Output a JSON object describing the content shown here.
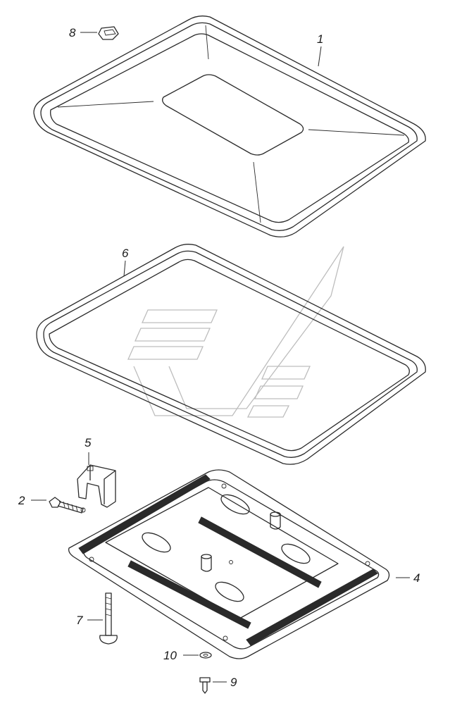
{
  "callouts": [
    {
      "id": "1",
      "label": "1"
    },
    {
      "id": "2",
      "label": "2"
    },
    {
      "id": "4",
      "label": "4"
    },
    {
      "id": "5",
      "label": "5"
    },
    {
      "id": "6",
      "label": "6"
    },
    {
      "id": "7",
      "label": "7"
    },
    {
      "id": "8",
      "label": "8"
    },
    {
      "id": "9",
      "label": "9"
    },
    {
      "id": "10",
      "label": "10"
    }
  ]
}
